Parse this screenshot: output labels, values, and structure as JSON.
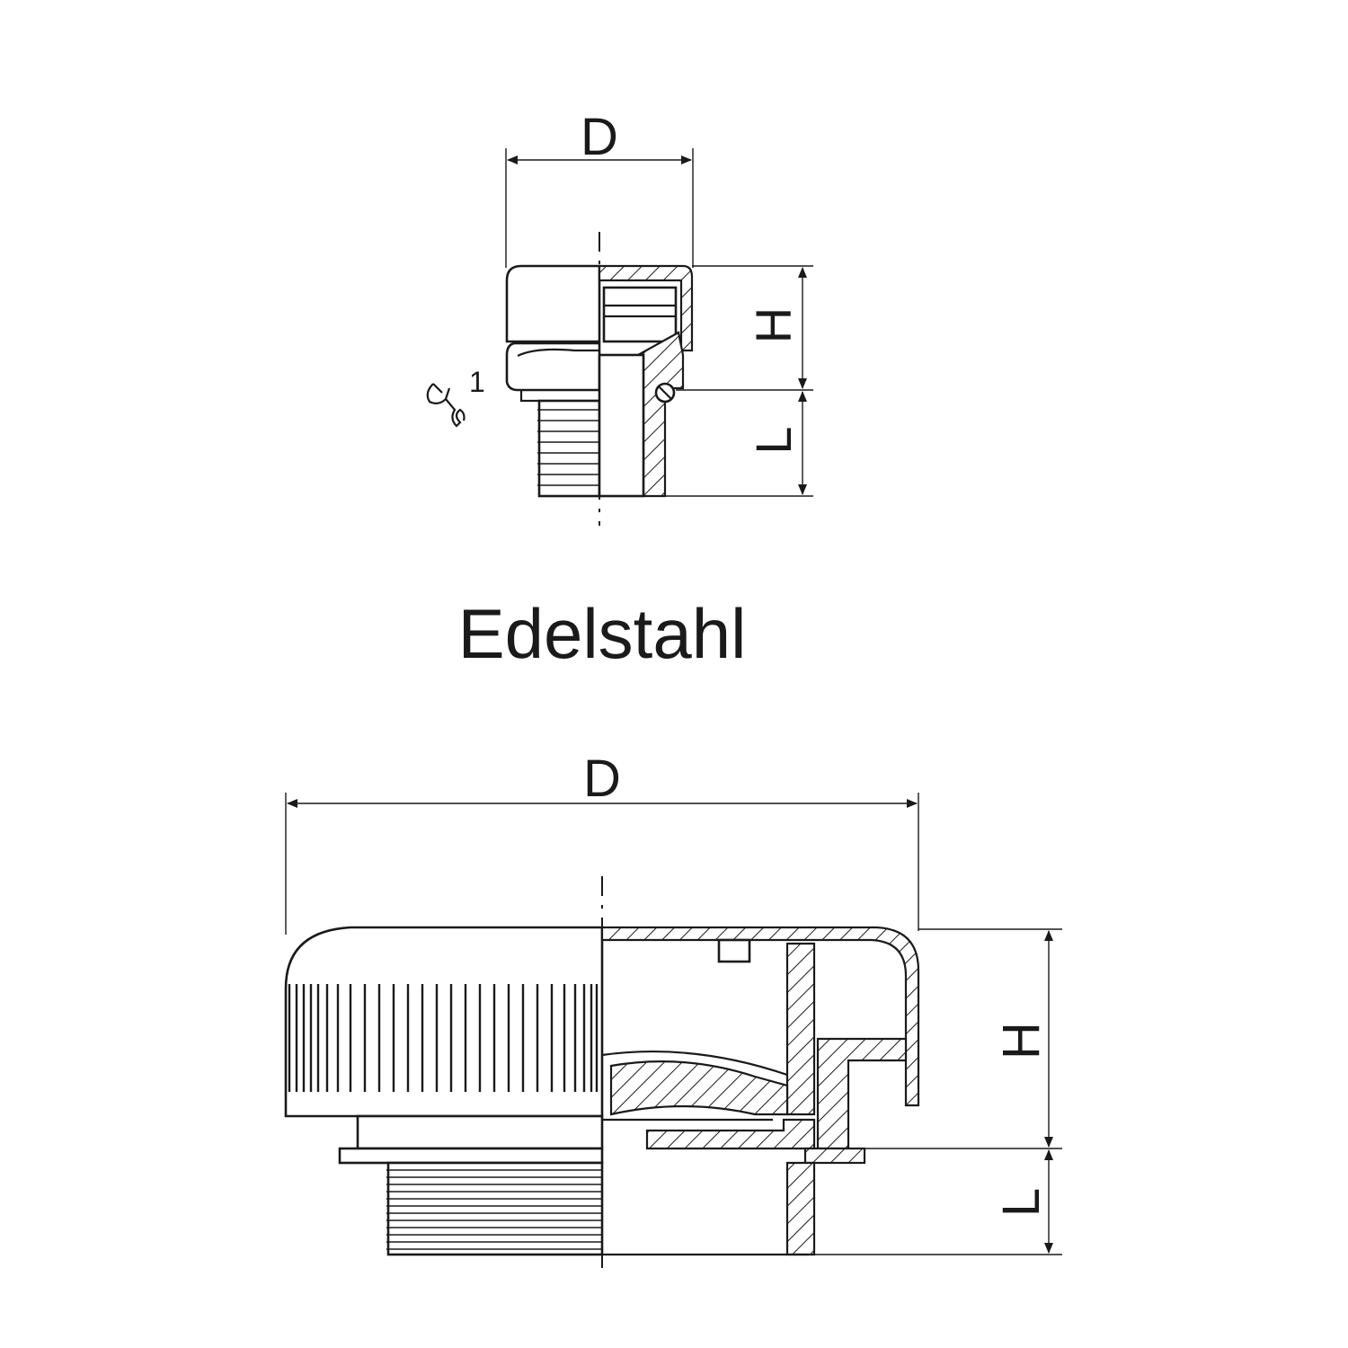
{
  "top_drawing": {
    "dim_diameter": "D",
    "dim_height": "H",
    "dim_length": "L",
    "wrench_note": "1"
  },
  "caption": "Edelstahl",
  "bottom_drawing": {
    "dim_diameter": "D",
    "dim_height": "H",
    "dim_length": "L"
  }
}
